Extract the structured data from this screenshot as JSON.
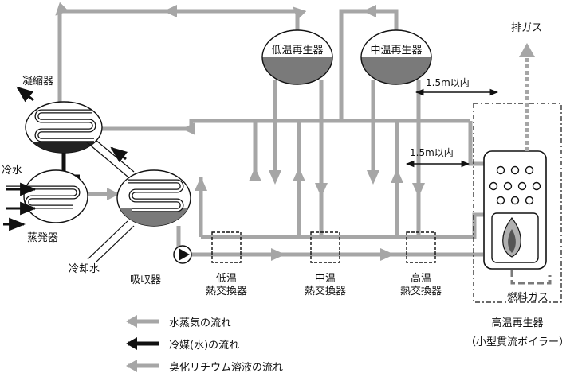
{
  "components": {
    "condenser": "凝縮器",
    "evaporator": "蒸発器",
    "absorber": "吸収器",
    "low_regen": "低温再生器",
    "mid_regen": "中温再生器",
    "high_regen_title": "高温再生器",
    "high_regen_sub": "（小型貫流ボイラー）",
    "hx_low_1": "低温",
    "hx_low_2": "熱交換器",
    "hx_mid_1": "中温",
    "hx_mid_2": "熱交換器",
    "hx_high_1": "高温",
    "hx_high_2": "熱交換器"
  },
  "io": {
    "chilled_water": "冷水",
    "cooling_water": "冷却水",
    "exhaust": "排ガス",
    "fuel_gas": "燃料ガス"
  },
  "notes": {
    "dist_upper": "1.5m以内",
    "dist_lower": "1.5m以内"
  },
  "legend": {
    "steam": "水蒸気の流れ",
    "refrigerant": "冷媒(水)の流れ",
    "solution": "臭化リチウム溶液の流れ"
  },
  "colors": {
    "pipe": "#a6a6a6",
    "refrigerant": "#111111",
    "liquid": "#7a7a7a"
  }
}
